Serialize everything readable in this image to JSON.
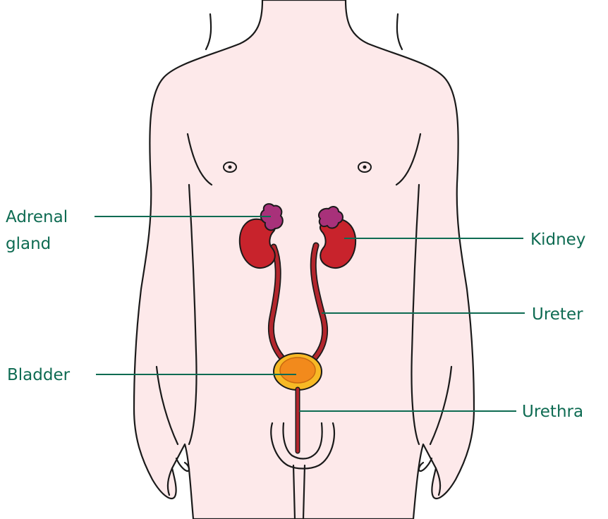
{
  "labels": {
    "adrenal_line1": "Adrenal",
    "adrenal_line2": "gland",
    "kidney": "Kidney",
    "ureter": "Ureter",
    "bladder": "Bladder",
    "urethra": "Urethra"
  },
  "colors": {
    "label_text": "#0e6b52",
    "skin": "#fde9ea",
    "kidney": "#c8232c",
    "adrenal": "#a8317a",
    "bladder_outer": "#f7b925",
    "bladder_inner": "#f28a1c"
  }
}
